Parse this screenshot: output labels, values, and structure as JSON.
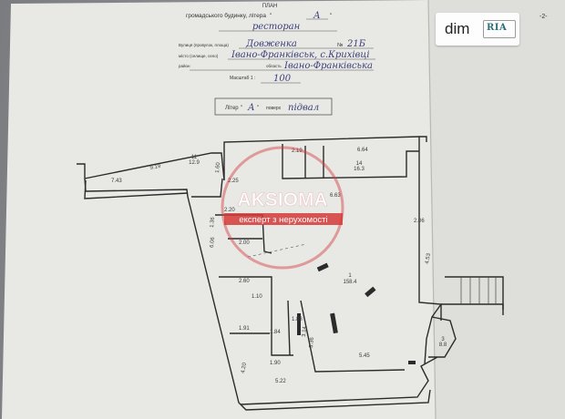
{
  "plan": {
    "title_line1": "ПЛАН",
    "title_line2": "громадського будинку, літера",
    "title_letter": "А",
    "purpose": "ресторан",
    "street_caption": "Вулиця (провулок, площа)",
    "street_value": "Довженка",
    "house_label": "№",
    "house_value": "21Б",
    "city_caption": "місто (селище, село)",
    "city_value": "Івано-Франківськ, с.Крихівці",
    "district_caption": "район",
    "region_caption": "область",
    "region_value": "Івано-Франківська",
    "scale_caption": "Масштаб 1 :",
    "scale_value": "100",
    "floor_prefix": "Літер",
    "floor_letter": "А",
    "floor_caption": "поверх",
    "floor_value": "підвал",
    "page_mark": "-2-"
  },
  "watermark": {
    "brand": "AKSIOMA",
    "slogan": "експерт з нерухомості",
    "color": "#d33a3a"
  },
  "logo": {
    "text_dim": "dim",
    "text_ria": "RIA"
  },
  "rooms": {
    "r11": "11",
    "r11_area": "12.9",
    "r14": "14",
    "r14_area": "16.3",
    "r1": "1",
    "r1_area": "158.4",
    "r3": "3",
    "r3_area": "8.8"
  },
  "dimensions": {
    "d919": "9.19",
    "d743": "7.43",
    "d219": "2.19",
    "d664": "6.64",
    "d225": "2.25",
    "d663": "6.63",
    "d206": "2.06",
    "d453": "4.53",
    "d200": "2.00",
    "d260": "2.60",
    "d110": "1.10",
    "d191": "1.91",
    "d184": "1.84",
    "d545": "5.45",
    "d522": "5.22",
    "d420": "4.20",
    "d336": "3.36",
    "d314": "3.14",
    "d606": "6.06",
    "d160": "1.60",
    "d136": "1.36",
    "d220": "2.20",
    "d190": "1.90",
    "d188": "1.88"
  },
  "colors": {
    "paper": "#e9e9e6",
    "ink": "#2c2c2c",
    "handwriting": "#3b3f7a"
  }
}
